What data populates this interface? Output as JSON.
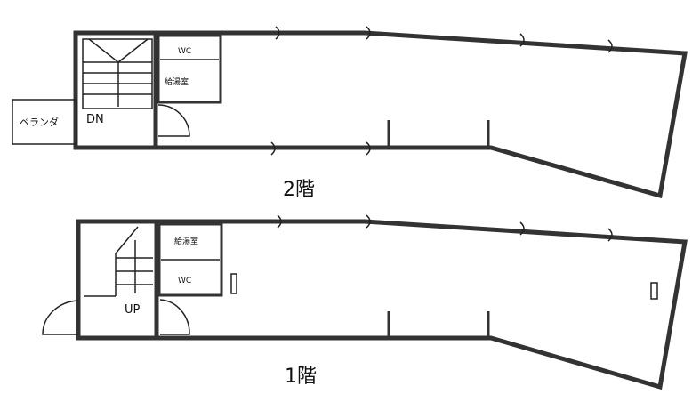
{
  "floors": [
    {
      "label": "2階",
      "balcony": "ベランダ",
      "stair": "DN",
      "kitchenette": "給湯室",
      "toilet": "WC"
    },
    {
      "label": "1階",
      "stair": "UP",
      "kitchenette": "給湯室",
      "toilet": "WC"
    }
  ],
  "colors": {
    "wall": "#333333",
    "background": "#ffffff"
  }
}
